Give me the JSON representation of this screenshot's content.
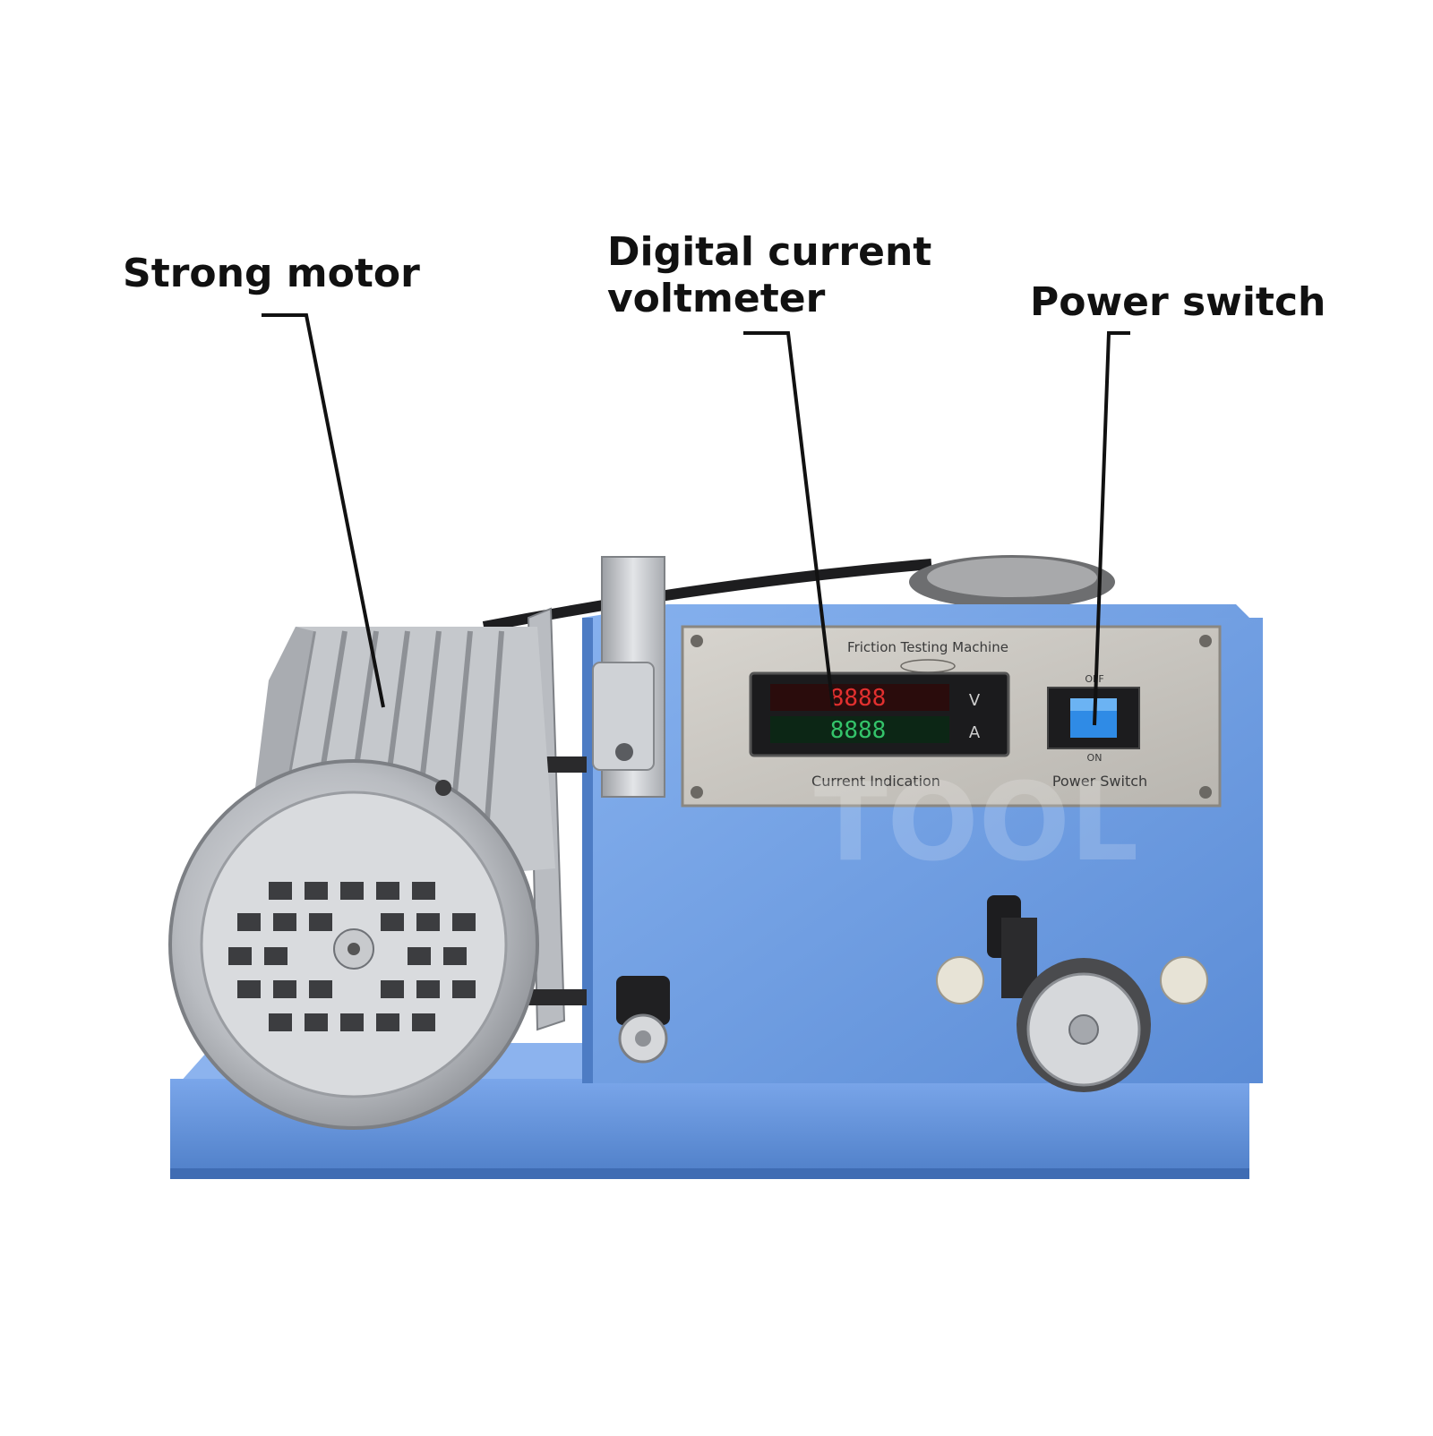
{
  "callouts": {
    "motor": "Strong motor",
    "meter_line1": "Digital current",
    "meter_line2": "voltmeter",
    "switch": "Power switch"
  },
  "panel": {
    "title": "Friction Testing Machine",
    "meter_caption": "Current Indication",
    "switch_caption": "Power Switch",
    "switch_off": "OFF",
    "switch_on": "ON"
  },
  "watermark": "TOOL",
  "colors": {
    "body_blue": "#6c9be0",
    "plate": "#c9c6c0",
    "display_red": "#e2302f",
    "display_green": "#34c36a",
    "switch_blue": "#2f8be6"
  }
}
